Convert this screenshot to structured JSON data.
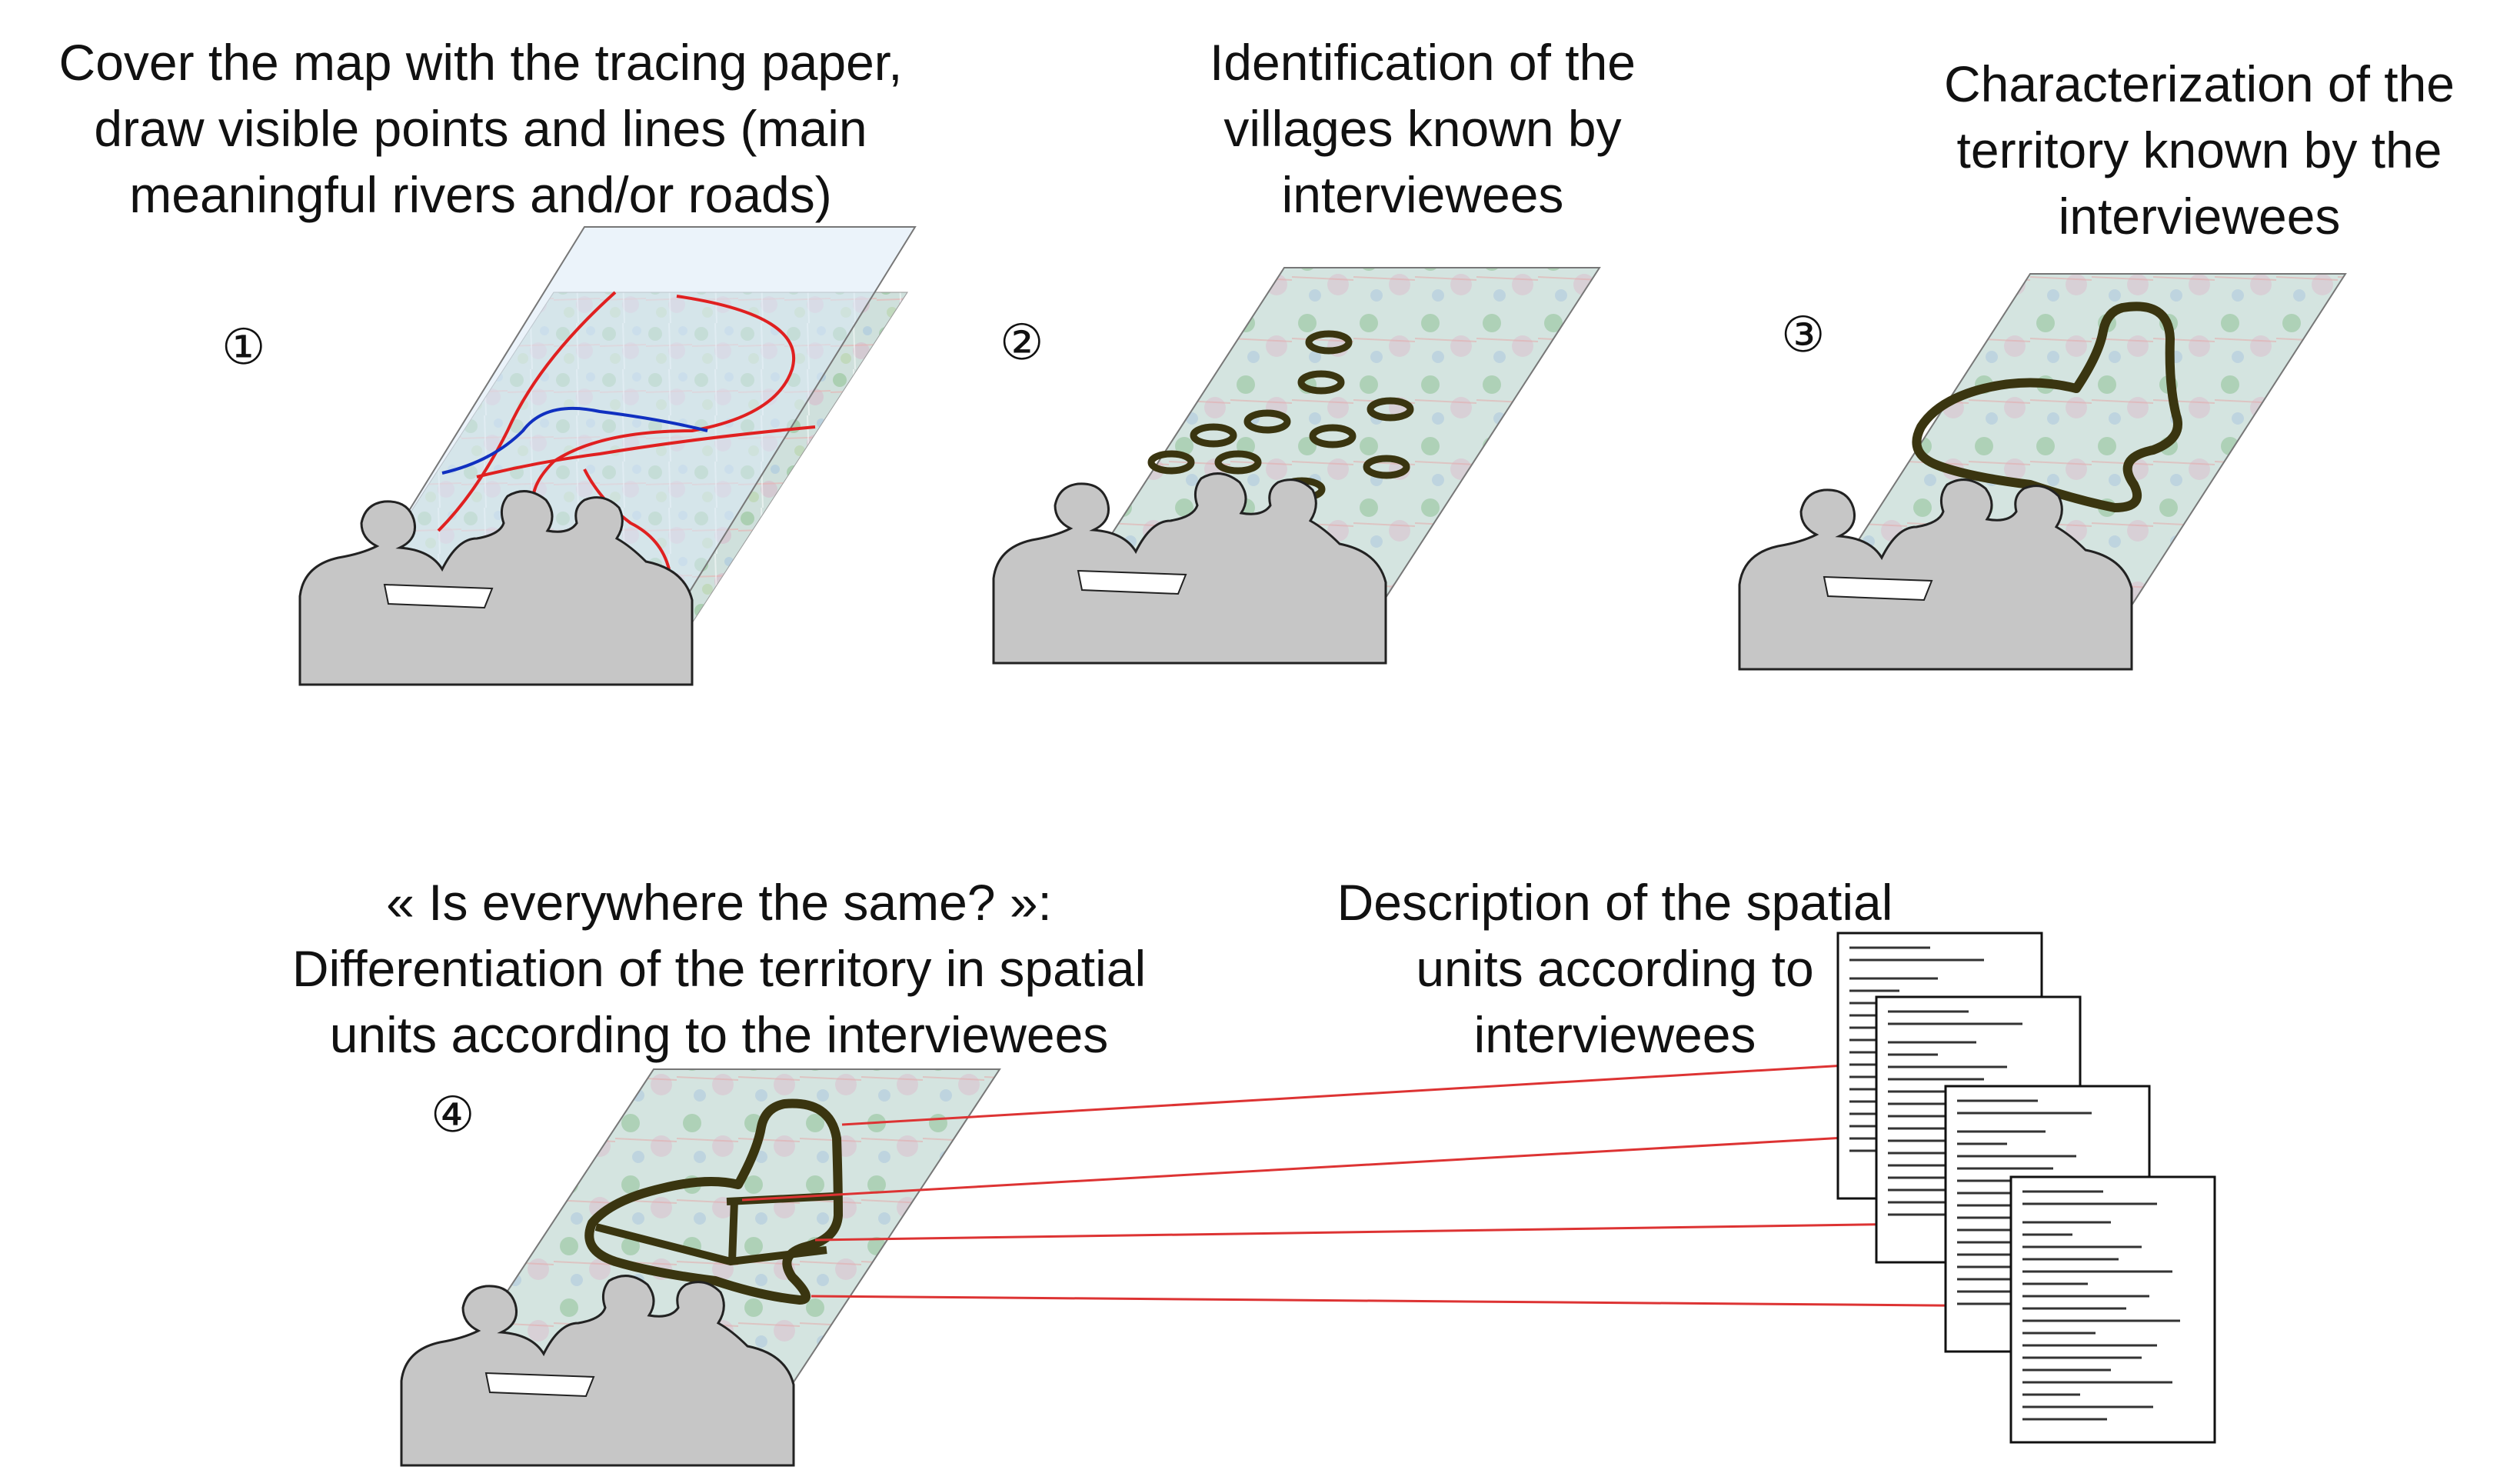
{
  "steps": [
    {
      "number": "①",
      "caption": [
        "Cover the map with the tracing paper,",
        "draw visible points and lines (main",
        "meaningful rivers and/or roads)"
      ]
    },
    {
      "number": "②",
      "caption": [
        "Identification of the",
        "villages known by",
        "interviewees"
      ]
    },
    {
      "number": "③",
      "caption": [
        "Characterization of the",
        "territory known by the",
        "interviewees"
      ]
    },
    {
      "number": "④",
      "caption": [
        "« Is everywhere the same? »:",
        "Differentiation of the territory in spatial",
        "units according to the interviewees"
      ]
    },
    {
      "number": "",
      "caption": [
        "Description of the spatial",
        "units according to",
        "interviewees"
      ]
    }
  ],
  "colors": {
    "map_base": "#cfe0dc",
    "map_green": "#8fbf94",
    "map_pink": "#d9b7c9",
    "tracing_paper": "#dbeaf5",
    "road_red": "#e02020",
    "river_blue": "#1030c0",
    "marker_dark": "#3a3510",
    "people_gray": "#c6c6c6",
    "link_red": "#dd3333"
  }
}
